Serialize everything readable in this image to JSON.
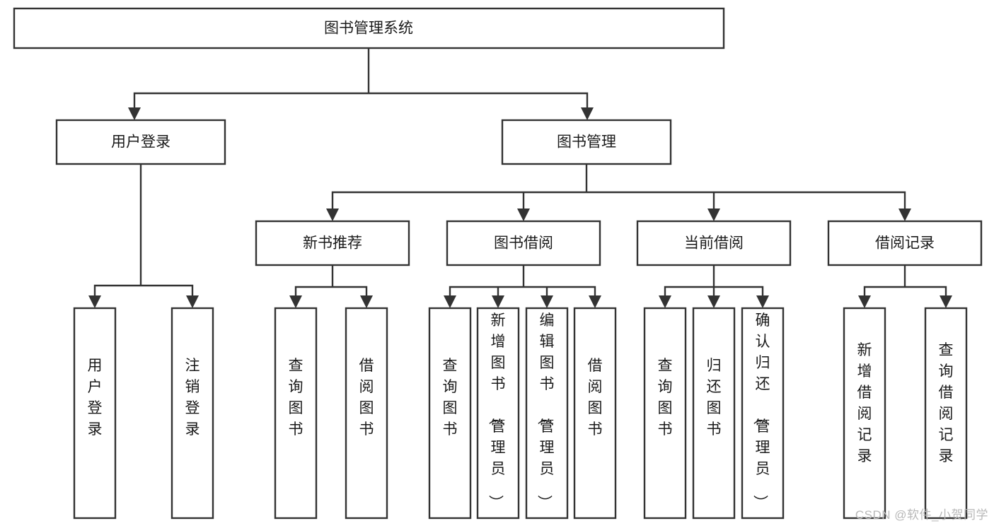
{
  "diagram": {
    "type": "tree",
    "title": "图书管理系统",
    "watermark": "CSDN @软件_小贺同学",
    "colors": {
      "stroke": "#333333",
      "fill": "#ffffff",
      "text": "#1a1a1a",
      "watermark": "#b8b8b8"
    },
    "levels": {
      "root": "图书管理系统",
      "level2": [
        "用户登录",
        "图书管理"
      ],
      "level3": [
        "新书推荐",
        "图书借阅",
        "当前借阅",
        "借阅记录"
      ]
    },
    "nodes": {
      "root": {
        "label": "图书管理系统",
        "orientation": "horizontal"
      },
      "user_login": {
        "label": "用户登录",
        "orientation": "horizontal"
      },
      "book_manage": {
        "label": "图书管理",
        "orientation": "horizontal"
      },
      "new_book_rec": {
        "label": "新书推荐",
        "orientation": "horizontal"
      },
      "book_borrow": {
        "label": "图书借阅",
        "orientation": "horizontal"
      },
      "current_borrow": {
        "label": "当前借阅",
        "orientation": "horizontal"
      },
      "borrow_record": {
        "label": "借阅记录",
        "orientation": "horizontal"
      },
      "leaf_user_login": {
        "label": "用户登录",
        "orientation": "vertical"
      },
      "leaf_logout": {
        "label": "注销登录",
        "orientation": "vertical"
      },
      "leaf_query_book_1": {
        "label": "查询图书",
        "orientation": "vertical"
      },
      "leaf_borrow_book_1": {
        "label": "借阅图书",
        "orientation": "vertical"
      },
      "leaf_query_book_2": {
        "label": "查询图书",
        "orientation": "vertical"
      },
      "leaf_add_book": {
        "label": "新增图书（管理员）",
        "orientation": "vertical"
      },
      "leaf_edit_book": {
        "label": "编辑图书（管理员）",
        "orientation": "vertical"
      },
      "leaf_borrow_book_2": {
        "label": "借阅图书",
        "orientation": "vertical"
      },
      "leaf_query_book_3": {
        "label": "查询图书",
        "orientation": "vertical"
      },
      "leaf_return_book": {
        "label": "归还图书",
        "orientation": "vertical"
      },
      "leaf_confirm_return": {
        "label": "确认归还（管理员）",
        "orientation": "vertical"
      },
      "leaf_add_record": {
        "label": "新增借阅记录",
        "orientation": "vertical"
      },
      "leaf_query_record": {
        "label": "查询借阅记录",
        "orientation": "vertical"
      }
    },
    "edges": [
      {
        "from": "root",
        "to": "user_login"
      },
      {
        "from": "root",
        "to": "book_manage"
      },
      {
        "from": "user_login",
        "to": "leaf_user_login"
      },
      {
        "from": "user_login",
        "to": "leaf_logout"
      },
      {
        "from": "book_manage",
        "to": "new_book_rec"
      },
      {
        "from": "book_manage",
        "to": "book_borrow"
      },
      {
        "from": "book_manage",
        "to": "current_borrow"
      },
      {
        "from": "book_manage",
        "to": "borrow_record"
      },
      {
        "from": "new_book_rec",
        "to": "leaf_query_book_1"
      },
      {
        "from": "new_book_rec",
        "to": "leaf_borrow_book_1"
      },
      {
        "from": "book_borrow",
        "to": "leaf_query_book_2"
      },
      {
        "from": "book_borrow",
        "to": "leaf_add_book"
      },
      {
        "from": "book_borrow",
        "to": "leaf_edit_book"
      },
      {
        "from": "book_borrow",
        "to": "leaf_borrow_book_2"
      },
      {
        "from": "current_borrow",
        "to": "leaf_query_book_3"
      },
      {
        "from": "current_borrow",
        "to": "leaf_return_book"
      },
      {
        "from": "current_borrow",
        "to": "leaf_confirm_return"
      },
      {
        "from": "borrow_record",
        "to": "leaf_add_record"
      },
      {
        "from": "borrow_record",
        "to": "leaf_query_record"
      }
    ]
  }
}
